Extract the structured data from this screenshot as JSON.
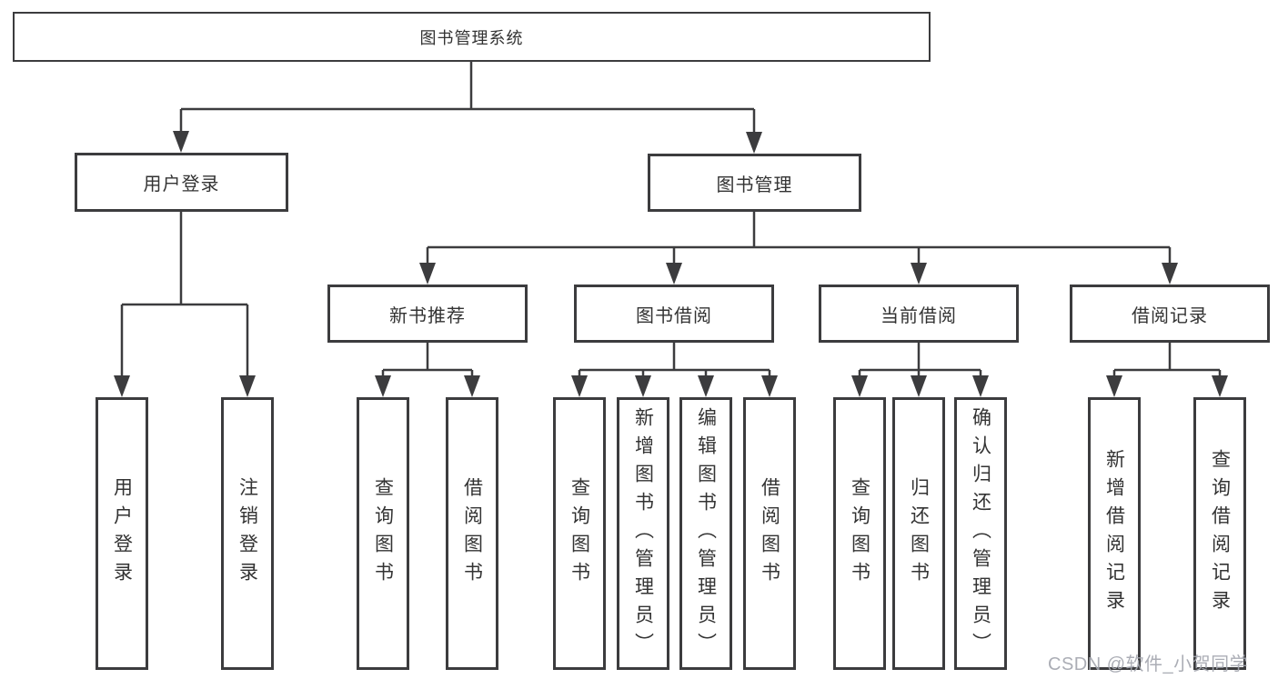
{
  "diagram": {
    "root": {
      "label": "图书管理系统"
    },
    "level2": [
      {
        "label": "用户登录"
      },
      {
        "label": "图书管理"
      }
    ],
    "level3": [
      {
        "label": "新书推荐"
      },
      {
        "label": "图书借阅"
      },
      {
        "label": "当前借阅"
      },
      {
        "label": "借阅记录"
      }
    ],
    "leaves": [
      {
        "parent": "用户登录",
        "label": "用户登录"
      },
      {
        "parent": "用户登录",
        "label": "注销登录"
      },
      {
        "parent": "新书推荐",
        "label": "查询图书"
      },
      {
        "parent": "新书推荐",
        "label": "借阅图书"
      },
      {
        "parent": "图书借阅",
        "label": "查询图书"
      },
      {
        "parent": "图书借阅",
        "label": "新增图书（管理员）"
      },
      {
        "parent": "图书借阅",
        "label": "编辑图书（管理员）"
      },
      {
        "parent": "图书借阅",
        "label": "借阅图书"
      },
      {
        "parent": "当前借阅",
        "label": "查询图书"
      },
      {
        "parent": "当前借阅",
        "label": "归还图书"
      },
      {
        "parent": "当前借阅",
        "label": "确认归还（管理员）"
      },
      {
        "parent": "借阅记录",
        "label": "新增借阅记录"
      },
      {
        "parent": "借阅记录",
        "label": "查询借阅记录"
      }
    ],
    "watermark": "CSDN @软件_小贺同学",
    "colors": {
      "line": "#3c3c3e",
      "text": "#333333",
      "watermark": "#a4a7af",
      "background": "#ffffff"
    }
  }
}
